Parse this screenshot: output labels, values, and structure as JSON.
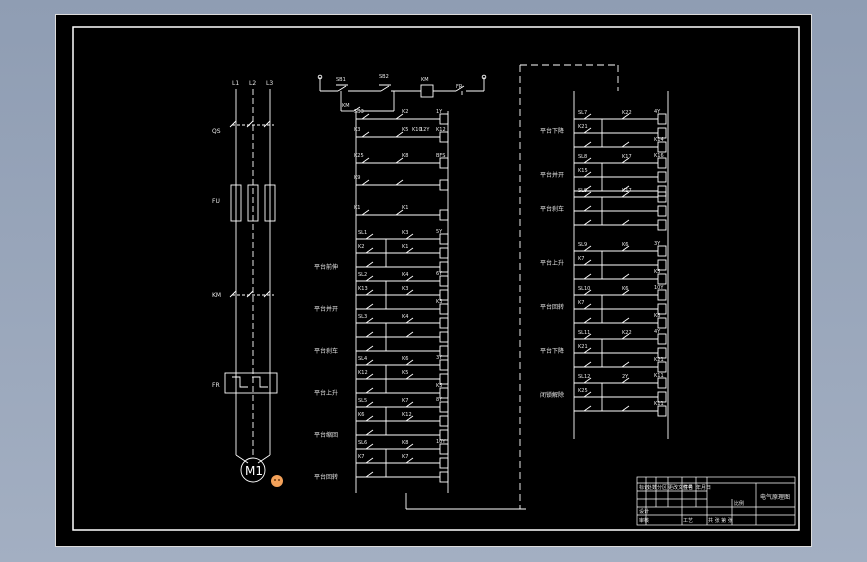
{
  "power": {
    "phases": [
      "L1",
      "L2",
      "L3"
    ],
    "qs": "QS",
    "fu": "FU",
    "km": "KM",
    "fr": "FR",
    "motor": "M1"
  },
  "control_top": {
    "sb1": "SB1",
    "sb2": "SB2",
    "km": "KM",
    "fr": "FR",
    "km_contact": "KM"
  },
  "left_rows": [
    {
      "label": "",
      "contacts": [
        "SB3",
        "K2",
        "1Y"
      ]
    },
    {
      "label": "",
      "contacts": [
        "K3",
        "K5",
        "K12",
        "K10",
        "12Y"
      ]
    },
    {
      "label": "",
      "contacts": [
        "K25",
        "K8",
        "BFS"
      ]
    },
    {
      "label": "",
      "contacts": [
        "K9"
      ]
    },
    {
      "label": "",
      "contacts": [
        "K1",
        "K1"
      ]
    }
  ],
  "left_functions": [
    "平台前伸",
    "平台并开",
    "平台刹车",
    "平台上升",
    "平台缩回",
    "平台回转"
  ],
  "left_groups": [
    {
      "name": "平台前伸",
      "items": [
        "SL1",
        "K3",
        "5Y",
        "K1",
        "K2"
      ]
    },
    {
      "name": "平台并开",
      "items": [
        "SL2",
        "K4",
        "6Y",
        "K3",
        "K13",
        "K3"
      ]
    },
    {
      "name": "平台刹车",
      "items": [
        "SL3",
        "K4"
      ]
    },
    {
      "name": "平台上升",
      "items": [
        "SL4",
        "K6",
        "3Y",
        "K5",
        "K12",
        "K5"
      ]
    },
    {
      "name": "平台缩回",
      "items": [
        "SL5",
        "K7",
        "8Y",
        "K12",
        "K6"
      ]
    },
    {
      "name": "平台回转",
      "items": [
        "SL6",
        "K8",
        "10Y",
        "K7",
        "K7"
      ]
    }
  ],
  "right_functions": [
    "平台下降",
    "平台并开",
    "平台刹车",
    "平台上升",
    "平台回转",
    "平台下降",
    "闭锁解除"
  ],
  "right_groups": [
    {
      "name": "平台下降",
      "items": [
        "SL7",
        "K22",
        "4Y",
        "K21",
        "K14"
      ]
    },
    {
      "name": "平台并开",
      "items": [
        "SL8",
        "K17",
        "K16",
        "K15"
      ]
    },
    {
      "name": "平台刹车",
      "items": [
        "SL9",
        "K17"
      ]
    },
    {
      "name": "平台上升",
      "items": [
        "SL9",
        "K6",
        "3Y",
        "K7",
        "K5"
      ]
    },
    {
      "name": "平台回转",
      "items": [
        "SL10",
        "K6",
        "10Y",
        "K7",
        "K8"
      ]
    },
    {
      "name": "平台下降",
      "items": [
        "SL11",
        "K22",
        "4Y",
        "K21",
        "K21"
      ]
    },
    {
      "name": "闭锁解除",
      "items": [
        "SL12",
        "2Y",
        "K11",
        "K25",
        "K11"
      ]
    }
  ],
  "title_block": {
    "drawing_name": "电气原理图",
    "row_labels": [
      "标记",
      "处数",
      "分区",
      "更改文件号",
      "签名",
      "年月日"
    ],
    "bottom": [
      "设计",
      "审核",
      "工艺"
    ],
    "scale": "比例",
    "sheet": "共 张 第 张"
  },
  "colors": {
    "background": "#000000",
    "lines": "#ffffff",
    "page": "#9aa7bb",
    "marker": "#f4a25a"
  }
}
